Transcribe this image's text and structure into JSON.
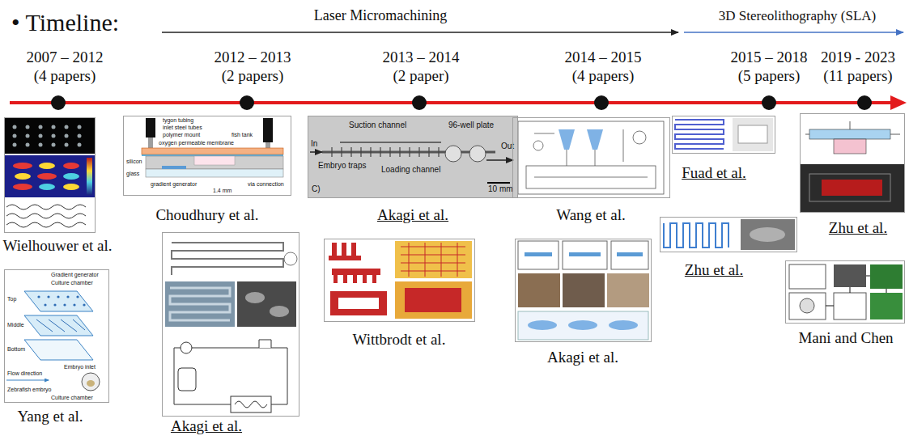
{
  "diagram": {
    "title": "• Timeline:",
    "nodes": [
      {
        "text": [
          "Wielhouwer et al."
        ]
      },
      {
        "text": [
          "Gradient generator",
          "Culture chamber",
          "Top",
          "Middle",
          "Bottom",
          "Flow direction",
          "Embryo inlet",
          "Culture chamber",
          "Zebrafish embryo",
          "Yang et al."
        ]
      },
      {
        "text": [
          "tygon tubing",
          "inlet steel tubes",
          "polymer mount",
          "oxygen permeable membrane",
          "silicon",
          "glass",
          "gradient generator",
          "fish tank",
          "1.4 mm",
          "via connection",
          "Choudhury et al."
        ]
      },
      {
        "text": [
          "Akagi et al."
        ]
      },
      {
        "text": [
          "Suction channel",
          "96-well plate",
          "Embryo traps",
          "Loading channel",
          "In",
          "Out",
          "C)",
          "10 mm",
          "Akagi et al."
        ]
      },
      {
        "text": [
          "Wittbrodt et al."
        ]
      },
      {
        "text": [
          "Wang et al."
        ]
      },
      {
        "text": [
          "Akagi et al."
        ]
      },
      {
        "text": [
          "Fuad et al."
        ]
      },
      {
        "text": [
          "Zhu et al."
        ]
      },
      {
        "text": [
          "Zhu et al."
        ]
      },
      {
        "text": [
          "Mani and Chen"
        ]
      }
    ],
    "labels": [
      "Laser Micromachining",
      "3D Stereolithography (SLA)",
      "2007 – 2012 (4 papers)",
      "2012 – 2013 (2 papers)",
      "2013 – 2014 (2 paper)",
      "2014 – 2015 (4 papers)",
      "2015 – 2018 (5 papers)",
      "2019 - 2023 (11 papers)"
    ]
  }
}
